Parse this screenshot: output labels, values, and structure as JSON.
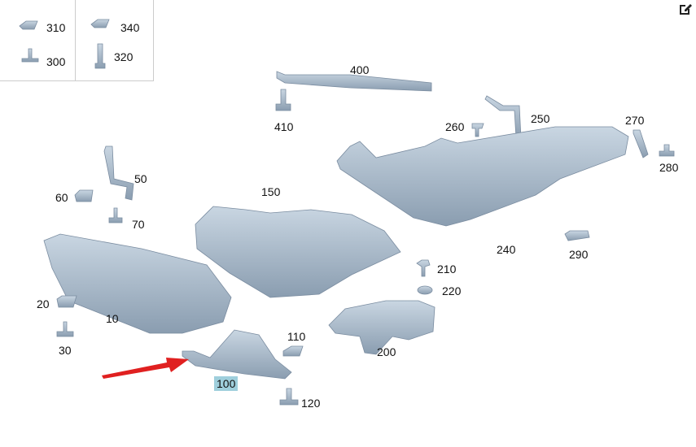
{
  "toolbar": {
    "edit_icon": "edit-icon"
  },
  "legend": {
    "items": [
      {
        "number": "310",
        "icon": "clip-nut-icon"
      },
      {
        "number": "340",
        "icon": "clip-nut-icon"
      },
      {
        "number": "300",
        "icon": "rivet-icon"
      },
      {
        "number": "320",
        "icon": "bolt-icon"
      }
    ]
  },
  "parts": {
    "p400": "400",
    "p410": "410",
    "p260": "260",
    "p250": "250",
    "p270": "270",
    "p280": "280",
    "p50": "50",
    "p60": "60",
    "p150": "150",
    "p70": "70",
    "p210": "210",
    "p220": "220",
    "p240": "240",
    "p290": "290",
    "p20": "20",
    "p10": "10",
    "p110": "110",
    "p200": "200",
    "p30": "30",
    "p100": "100",
    "p120": "120"
  },
  "highlight": {
    "part": "100",
    "color": "#9fcfdc",
    "arrow_color": "#e02020"
  }
}
